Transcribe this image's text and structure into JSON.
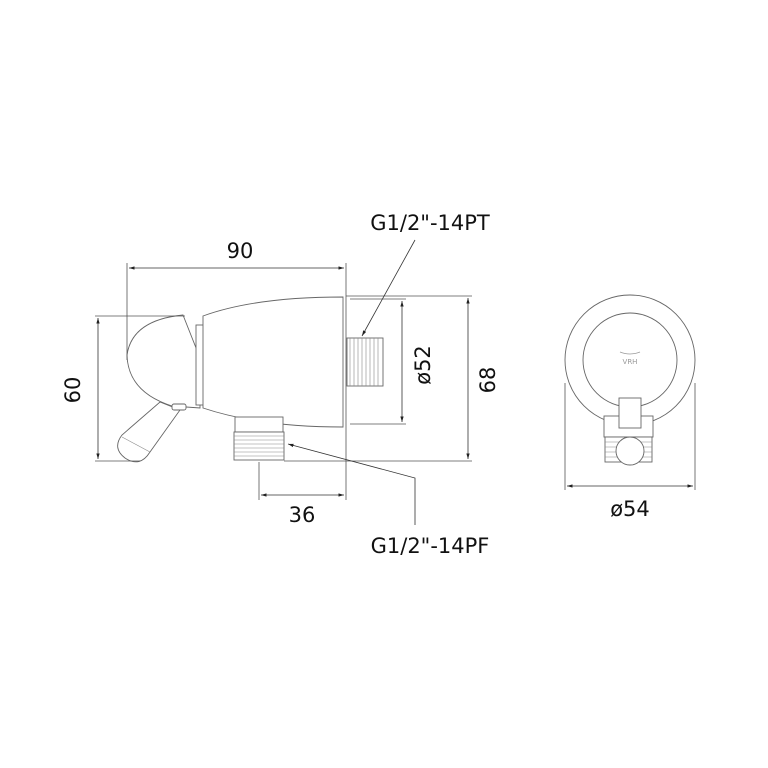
{
  "side_view": {
    "dim_width": "90",
    "dim_height": "60",
    "dim_diameter": "ø52",
    "dim_total_height": "68",
    "dim_outlet_offset": "36",
    "thread_top": "G1/2\"-14PT",
    "thread_bottom": "G1/2\"-14PF"
  },
  "front_view": {
    "dim_diameter": "ø54",
    "logo_text": "VRH"
  }
}
